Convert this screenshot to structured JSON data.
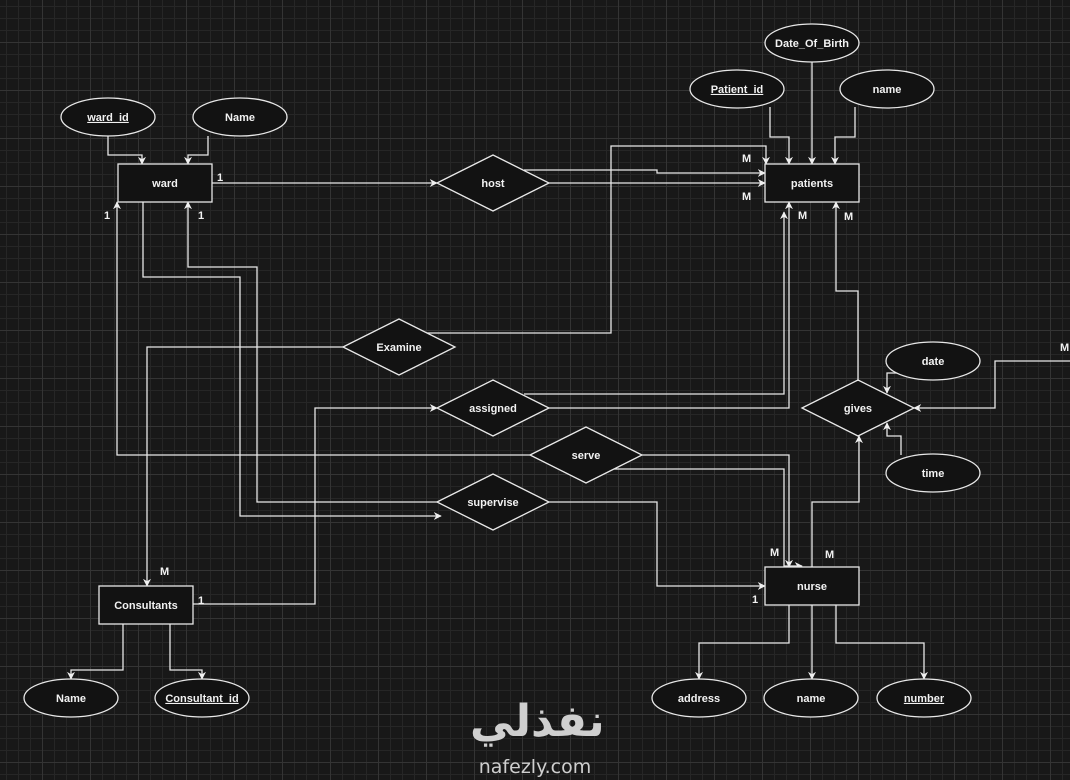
{
  "entities": {
    "ward": "ward",
    "patients": "patients",
    "consultants": "Consultants",
    "nurse": "nurse"
  },
  "attributes": {
    "ward_id": "ward_id",
    "ward_name": "Name",
    "patient_id": "Patient_id",
    "date_of_birth": "Date_Of_Birth",
    "patient_name": "name",
    "date": "date",
    "time": "time",
    "consultant_name": "Name",
    "consultant_id": "Consultant_id",
    "address": "address",
    "nurse_name": "name",
    "number": "number"
  },
  "relationships": {
    "host": "host",
    "examine": "Examine",
    "assigned": "assigned",
    "serve": "serve",
    "supervise": "supervise",
    "gives": "gives"
  },
  "cardinalities": {
    "ward_host": "1",
    "ward_serve": "1",
    "ward_supervise": "1",
    "patients_examine": "M",
    "patients_host": "M",
    "patients_assigned": "M",
    "patients_gives": "M",
    "consultants_examine": "M",
    "consultants_assigned": "1",
    "nurse_serve": "M",
    "nurse_gives": "M",
    "nurse_supervise": "1",
    "gives_offscreen": "M"
  },
  "watermark": {
    "arabic": "نفذلي",
    "latin": "nafezly.com"
  }
}
